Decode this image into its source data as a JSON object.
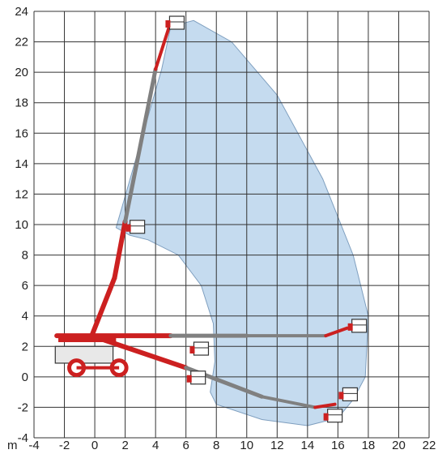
{
  "chart_data": {
    "type": "diagram",
    "x_unit_label": "m",
    "x_ticks": [
      -4,
      -2,
      0,
      2,
      4,
      6,
      8,
      10,
      12,
      14,
      16,
      18,
      20,
      22
    ],
    "y_ticks": [
      -4,
      -2,
      0,
      2,
      4,
      6,
      8,
      10,
      12,
      14,
      16,
      18,
      20,
      22,
      24
    ],
    "xlim": [
      -4,
      22
    ],
    "ylim": [
      -4,
      24
    ],
    "grid": true,
    "envelope_outline": [
      [
        1.4,
        9.8
      ],
      [
        4.4,
        20.2
      ],
      [
        5.0,
        23.0
      ],
      [
        6.5,
        23.4
      ],
      [
        9.0,
        22.0
      ],
      [
        12.0,
        18.5
      ],
      [
        15.0,
        13.0
      ],
      [
        17.0,
        8.0
      ],
      [
        18.0,
        4.0
      ],
      [
        17.8,
        0.0
      ],
      [
        17.0,
        -1.5
      ],
      [
        16.0,
        -2.7
      ],
      [
        14.0,
        -3.2
      ],
      [
        11.0,
        -2.8
      ],
      [
        8.0,
        -1.8
      ],
      [
        7.6,
        -1.0
      ],
      [
        7.9,
        1.0
      ],
      [
        7.8,
        3.5
      ],
      [
        7.0,
        6.0
      ],
      [
        5.5,
        8.0
      ],
      [
        3.5,
        9.0
      ],
      [
        2.3,
        9.3
      ]
    ],
    "colors": {
      "envelope_fill": "#c5dbef",
      "envelope_stroke": "#7f9fbf",
      "boom": "#cc2020",
      "boom_extension": "#808080",
      "chassis": "#cc2020",
      "grid": "#333333"
    }
  }
}
